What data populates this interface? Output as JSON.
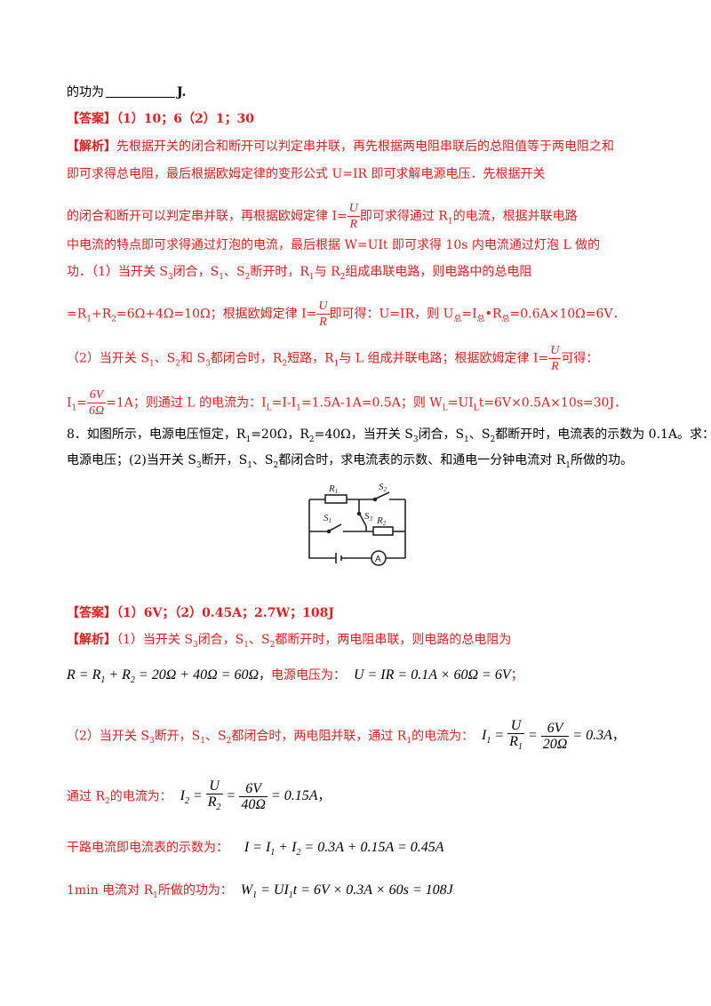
{
  "q7_tail": {
    "prefix": "的功为",
    "suffix": "J."
  },
  "q7_answer": {
    "tag": "【答案】",
    "text": "（1）10；6（2）1；30"
  },
  "q7_analysis": {
    "tag": "【解析】",
    "l1": "先根据开关的闭合和断开可以判定串并联，再先根据两电阻串联后的总阻值等于两电阻之和",
    "l2": "即可求得总电阻，最后根据欧姆定律的变形公式 U=IR 即可求解电源电压．先根据开关",
    "l3a": "的闭合和断开可以判定串并联，再根据欧姆定律 I=",
    "l3b": "即可求得通过 R",
    "l3c": "的电流，根据并联电路",
    "l4": "中电流的特点即可求得通过灯泡的电流，最后根据 W=UIt 即可求得 10s 内电流通过灯泡 L 做的",
    "l5": "功．（1）当开关 S",
    "l5b": "闭合，S",
    "l5c": "、S",
    "l5d": "断开时，R",
    "l5e": "与 R",
    "l5f": "组成串联电路，则电路中的总电阻",
    "l6a": "=R",
    "l6b": "+R",
    "l6c": "=6Ω+4Ω=10Ω；根据欧姆定律 I=",
    "l6d": "即可得：U=IR，则 U",
    "l6e": "=I",
    "l6f": "•R",
    "l6g": "=0.6A×10Ω=6V．",
    "l7a": "（2）当开关 S",
    "l7b": "、S",
    "l7c": "和 S",
    "l7d": "都闭合时，R",
    "l7e": "短路，R",
    "l7f": "与 L 组成并联电路；根据欧姆定律 I=",
    "l7g": "可得：",
    "l8a": "I",
    "l8b": "=",
    "l8c": "=1A；则通过 L 的电流为：I",
    "l8d": "=I-I",
    "l8e": "=1.5A-1A=0.5A；则 W",
    "l8f": "=UI",
    "l8g": "t=6V×0.5A×10s=30J．",
    "zong": "总"
  },
  "q8": {
    "l1": "8．如图所示，电源电压恒定，R",
    "l1b": "=20Ω，R",
    "l1c": "=40Ω，当开关 S",
    "l1d": "闭合，S",
    "l1e": "、S",
    "l1f": "都断开时，电流表的示数为 0.1A。求：(1)",
    "l2a": "电源电压；(2)当开关 S",
    "l2b": "断开，S",
    "l2c": "、S",
    "l2d": "都闭合时，求电流表的示数、和通电一分钟电流对 R",
    "l2e": "所做的功。"
  },
  "circuit": {
    "R": "R",
    "S": "S",
    "ammeter": "A",
    "s1": "1",
    "s2": "2",
    "s3": "3"
  },
  "q8_answer": {
    "tag": "【答案】",
    "text": "（1）6V；（2）0.45A；2.7W；108J"
  },
  "q8_analysis": {
    "tag": "【解析】",
    "l1": "（1）当开关 S",
    "l1b": "闭合，S",
    "l1c": "、S",
    "l1d": "都断开时，两电阻串联，则电路的总电阻为",
    "eq1": "R = R",
    "eq1b": " + R",
    "eq1c": " = 20Ω + 40Ω = 60Ω",
    "eq1sep": "，",
    "vtext": "电源电压为：",
    "eq2": "U = IR = 0.1A × 60Ω = 6V",
    "eq2sep": "；",
    "l2a": "（2）当开关 S",
    "l2b": "断开，S",
    "l2c": "、S",
    "l2d": "都闭合时，两电阻并联，通过 R",
    "l2e": "的电流为：",
    "i1lhs": "I",
    "i1rhs": "= 0.3A",
    "l3": "通过 R",
    "l3b": "的电流为：",
    "i2lhs": "I",
    "i2rhs": "= 0.15A",
    "l4": "干路电流即电流表的示数为：",
    "eq4": "I = I",
    "eq4b": " + I",
    "eq4c": " = 0.3A + 0.15A = 0.45A",
    "l5": "1min 电流对 R",
    "l5b": "所做的功为：",
    "eq5": "W",
    "eq5b": " = UI",
    "eq5c": "t = 6V × 0.3A × 60s = 108J"
  },
  "frac": {
    "U": "U",
    "R": "R",
    "sixV": "6V",
    "sixOhm": "6Ω",
    "twentyOhm": "20Ω",
    "fortyOhm": "40Ω",
    "eq": "=",
    "comma": "，"
  },
  "sub": {
    "one": "1",
    "two": "2",
    "three": "3",
    "L": "L"
  }
}
